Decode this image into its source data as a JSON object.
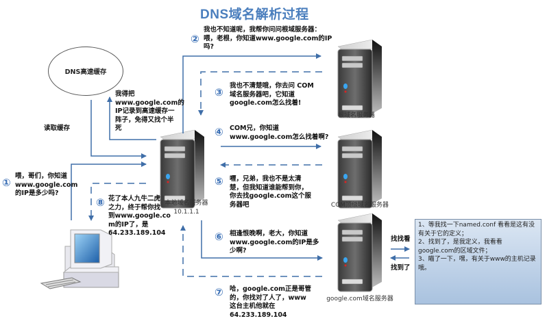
{
  "title": "DNS域名解析过程",
  "cache": {
    "label": "DNS高速缓存"
  },
  "cache_labels": {
    "read": "读取缓存",
    "store": "我得把\nwww.google.com的\nIP记录到高速缓存一\n阵子，免得又找个半\n死"
  },
  "servers": {
    "local": {
      "name": "本地域名服务器",
      "ip": "10.1.1.1"
    },
    "root": {
      "name": "根域名服务器"
    },
    "com": {
      "name": "COM顶级域名服务器"
    },
    "google": {
      "name": "google.com域名服务器"
    }
  },
  "steps": [
    {
      "num": "①",
      "text": "喂，哥们，你知道\nwww.google.com\n的IP是多少吗?"
    },
    {
      "num": "②",
      "text": "我也不知道呢，我帮你问问根域服务器：\n喂，老根，你知道www.google.com的IP\n吗?"
    },
    {
      "num": "③",
      "text": "我也不清楚哦，你去问 COM\n域名服务器吧，它知道\ngoogle.com怎么找着!"
    },
    {
      "num": "④",
      "text": "COM兄，你知道\nwww.google.com怎么找着啊?"
    },
    {
      "num": "⑤",
      "text": "喱，兄弟，我也不是太清\n楚，但我知道谁能帮到你，\n你去找google.com这个服\n务器吧"
    },
    {
      "num": "⑥",
      "text": "相逢恨晚啊，老大，你知道\nwww.google.com的IP是多\n少啊?"
    },
    {
      "num": "⑦",
      "text": "哈，google.com正是哥管\n的，你找对了人了，www\n这台主机他就在\n64.233.189.104"
    },
    {
      "num": "⑧",
      "text": "花了本人九牛二虎\n之力，终于帮你找\n到www.google.co\nm的IP了，是\n64.233.189.104"
    }
  ],
  "lookup": {
    "find": "找找看",
    "found": "找到了"
  },
  "notes": [
    "1、等我找一下named.conf 看看是这有没有关于它的定义；",
    "2、找到了，是我定义，我看看google.com的区域文件；",
    "3、瞄了一下，嘿，有关于www的主机记录哦。"
  ],
  "colors": {
    "accent": "#3a6fb5",
    "line": "#3f6ea8"
  }
}
